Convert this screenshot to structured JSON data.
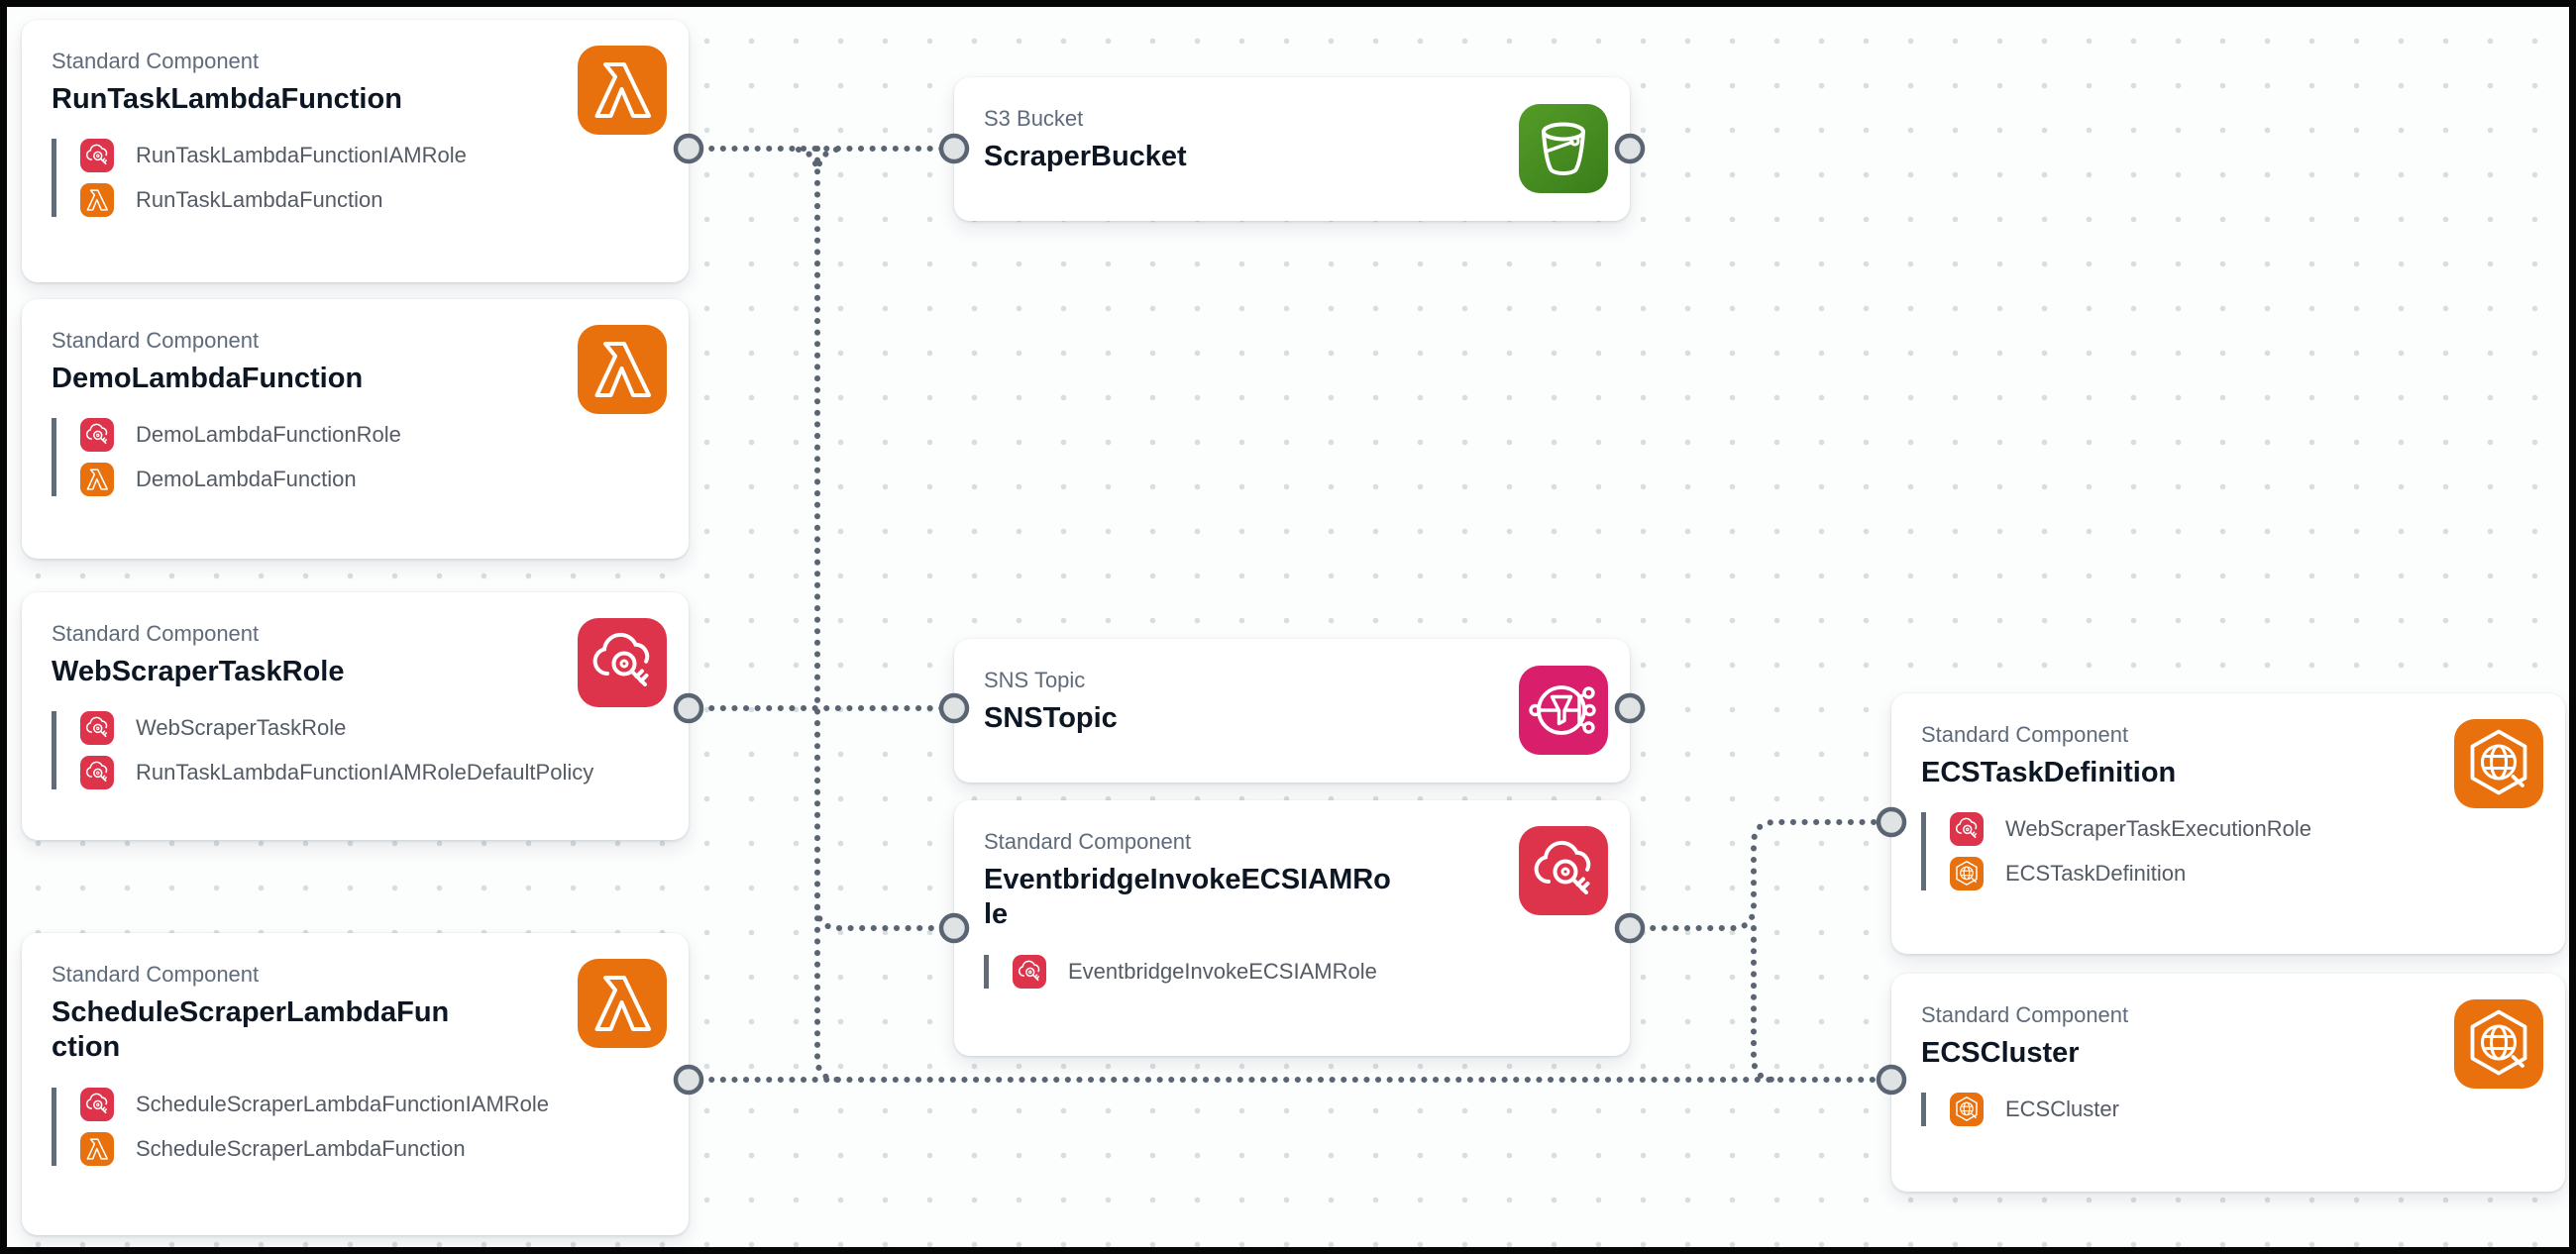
{
  "diagram": {
    "tool": "aws-infrastructure-composer-canvas",
    "colors": {
      "lambda_icon": "#E8710D",
      "iam_icon": "#DD344C",
      "s3_icon": "#3F8624",
      "sns_icon": "#D91E6B",
      "ecs_icon": "#E8710D",
      "connector": "#5B6472",
      "port_fill": "#DFE3E3",
      "card_bg": "#FFFFFF",
      "canvas_bg": "#FCFDFD",
      "grid_dot": "#D7DEE0"
    },
    "cards": [
      {
        "type_label": "Standard Component",
        "title": "RunTaskLambdaFunction",
        "icon": "lambda-icon",
        "resources": [
          {
            "icon": "iam-icon",
            "label": "RunTaskLambdaFunctionIAMRole"
          },
          {
            "icon": "lambda-icon",
            "label": "RunTaskLambdaFunction"
          }
        ]
      },
      {
        "type_label": "Standard Component",
        "title": "DemoLambdaFunction",
        "icon": "lambda-icon",
        "resources": [
          {
            "icon": "iam-icon",
            "label": "DemoLambdaFunctionRole"
          },
          {
            "icon": "lambda-icon",
            "label": "DemoLambdaFunction"
          }
        ]
      },
      {
        "type_label": "Standard Component",
        "title": "WebScraperTaskRole",
        "icon": "iam-icon",
        "resources": [
          {
            "icon": "iam-icon",
            "label": "WebScraperTaskRole"
          },
          {
            "icon": "iam-icon",
            "label": "RunTaskLambdaFunctionIAMRoleDefaultPolicy"
          }
        ]
      },
      {
        "type_label": "Standard Component",
        "title": "ScheduleScraperLambdaFunction",
        "icon": "lambda-icon",
        "resources": [
          {
            "icon": "iam-icon",
            "label": "ScheduleScraperLambdaFunctionIAMRole"
          },
          {
            "icon": "lambda-icon",
            "label": "ScheduleScraperLambdaFunction"
          }
        ]
      },
      {
        "type_label": "S3 Bucket",
        "title": "ScraperBucket",
        "icon": "s3-icon",
        "resources": []
      },
      {
        "type_label": "SNS Topic",
        "title": "SNSTopic",
        "icon": "sns-icon",
        "resources": []
      },
      {
        "type_label": "Standard Component",
        "title": "EventbridgeInvokeECSIAMRole",
        "icon": "iam-icon",
        "resources": [
          {
            "icon": "iam-icon",
            "label": "EventbridgeInvokeECSIAMRole"
          }
        ]
      },
      {
        "type_label": "Standard Component",
        "title": "ECSTaskDefinition",
        "icon": "ecs-icon",
        "resources": [
          {
            "icon": "iam-icon",
            "label": "WebScraperTaskExecutionRole"
          },
          {
            "icon": "ecs-icon",
            "label": "ECSTaskDefinition"
          }
        ]
      },
      {
        "type_label": "Standard Component",
        "title": "ECSCluster",
        "icon": "ecs-icon",
        "resources": [
          {
            "icon": "ecs-icon",
            "label": "ECSCluster"
          }
        ]
      }
    ]
  }
}
